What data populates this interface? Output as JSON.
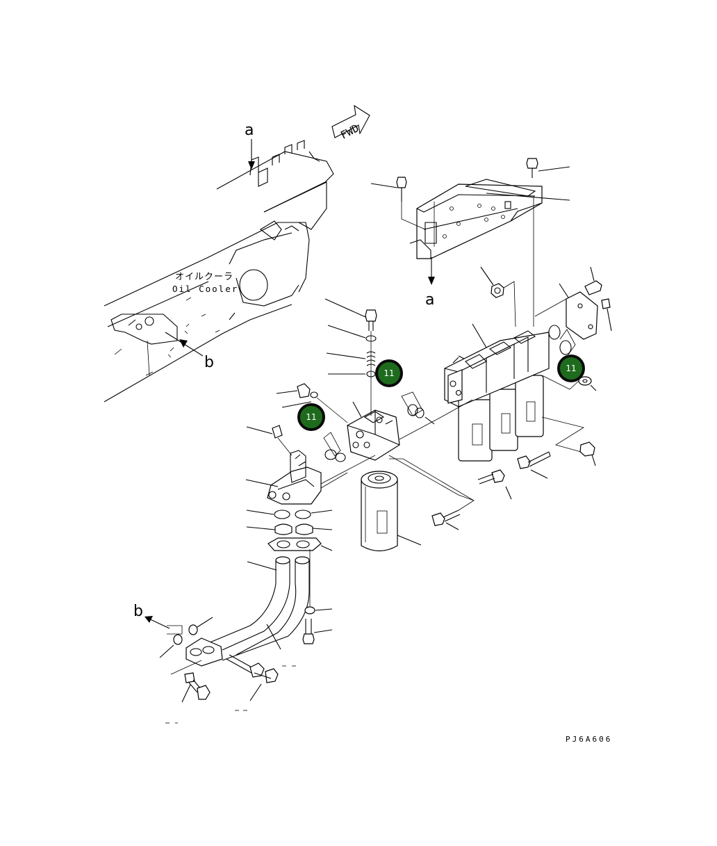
{
  "labels": {
    "view_a_top": "a",
    "view_a_bottom": "a",
    "view_b_right": "b",
    "view_b_left": "b",
    "fwd": "FWD",
    "oil_cooler_jp": "オイルクーラ",
    "oil_cooler_en": "Oil Cooler",
    "drawing_code": "PJ6A606"
  },
  "callouts": [
    {
      "number": "11"
    },
    {
      "number": "11"
    },
    {
      "number": "11"
    }
  ],
  "colors": {
    "callout_fill": "#1e6b1e",
    "line": "#000000",
    "background": "#ffffff"
  }
}
